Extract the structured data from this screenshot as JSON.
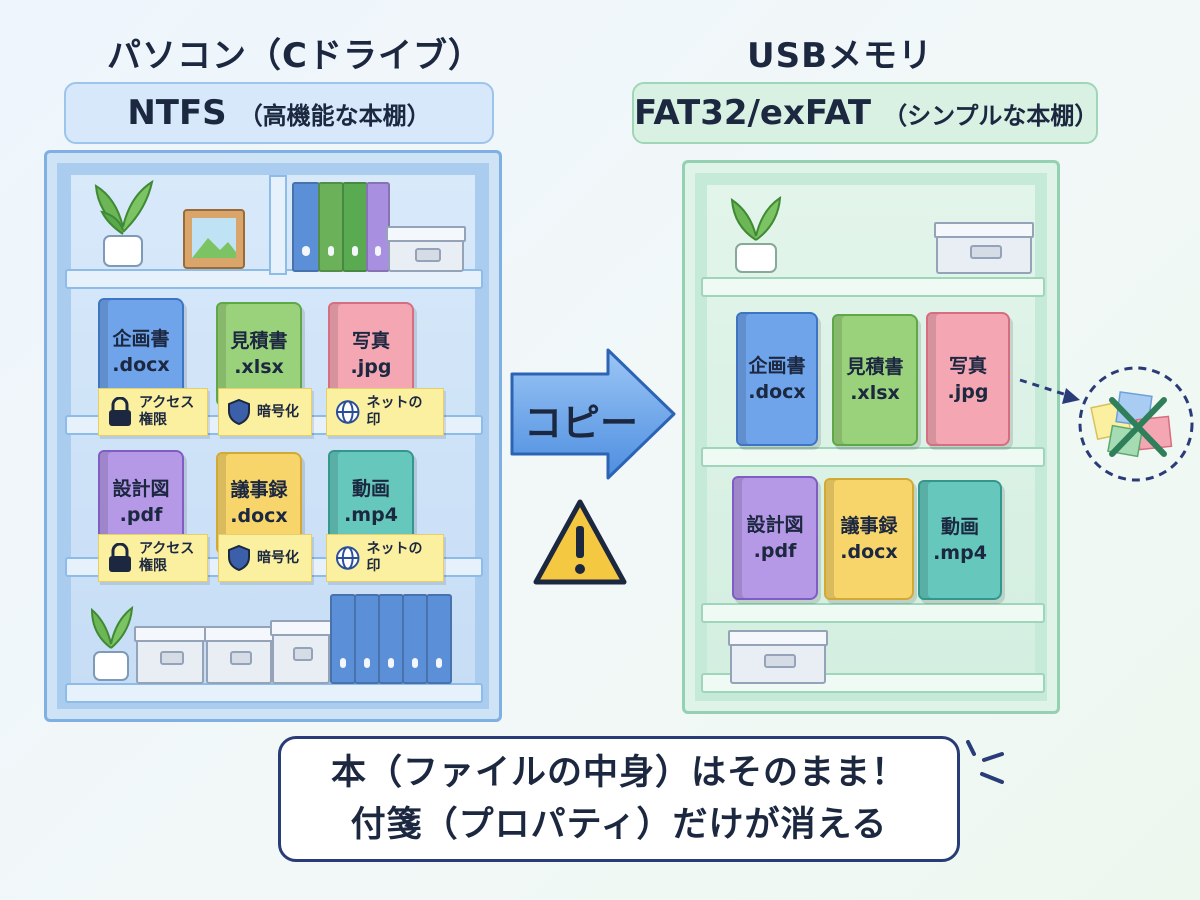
{
  "left": {
    "heading": "パソコン（Cドライブ）",
    "fs_name": "NTFS",
    "fs_desc": "（高機能な本棚）",
    "colors": {
      "frame": "#7fb0e2",
      "panel": "#a9ccef"
    }
  },
  "right": {
    "heading": "USBメモリ",
    "fs_name": "FAT32/exFAT",
    "fs_desc": "（シンプルな本棚）",
    "colors": {
      "frame": "#93d1b2",
      "panel": "#c5ead7"
    }
  },
  "books": [
    {
      "name": "企画書",
      "ext": ".docx",
      "color": "blue"
    },
    {
      "name": "見積書",
      "ext": ".xlsx",
      "color": "green"
    },
    {
      "name": "写真",
      "ext": ".jpg",
      "color": "pink"
    },
    {
      "name": "設計図",
      "ext": ".pdf",
      "color": "purple"
    },
    {
      "name": "議事録",
      "ext": ".docx",
      "color": "yellow"
    },
    {
      "name": "動画",
      "ext": ".mp4",
      "color": "teal"
    }
  ],
  "stickies": {
    "access": {
      "label": "アクセス\n権限",
      "icon": "lock-icon"
    },
    "encrypt": {
      "label": "暗号化",
      "icon": "shield-icon"
    },
    "web": {
      "label": "ネットの印",
      "icon": "globe-icon"
    }
  },
  "copy_label": "コピー",
  "warning_icon": "warning-icon",
  "message": {
    "line1": "本（ファイルの中身）はそのまま！",
    "line2": "付箋（プロパティ）だけが消える"
  },
  "accent": {
    "navy": "#2a3c78",
    "arrow": "#5b9be6",
    "warning": "#f5c842"
  }
}
